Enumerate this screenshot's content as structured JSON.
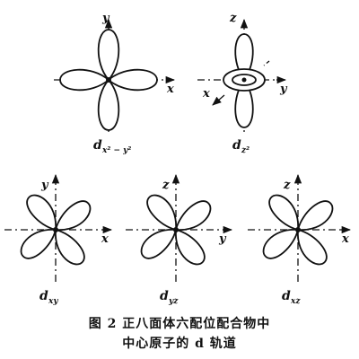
{
  "figure": {
    "caption_line1": "图 2   正八面体六配位配合物中",
    "caption_line2": "中心原子的 d 轨道"
  },
  "orbitals": [
    {
      "id": "dx2-y2",
      "label_main": "d",
      "label_sub": "x² − y²",
      "axis_h": "x",
      "axis_v": "y"
    },
    {
      "id": "dz2",
      "label_main": "d",
      "label_sub": "z²",
      "axis_h": "y",
      "axis_v": "z",
      "axis_depth": "x"
    },
    {
      "id": "dxy",
      "label_main": "d",
      "label_sub": "xy",
      "axis_h": "x",
      "axis_v": "y"
    },
    {
      "id": "dyz",
      "label_main": "d",
      "label_sub": "yz",
      "axis_h": "y",
      "axis_v": "z"
    },
    {
      "id": "dxz",
      "label_main": "d",
      "label_sub": "xz",
      "axis_h": "x",
      "axis_v": "z"
    }
  ]
}
